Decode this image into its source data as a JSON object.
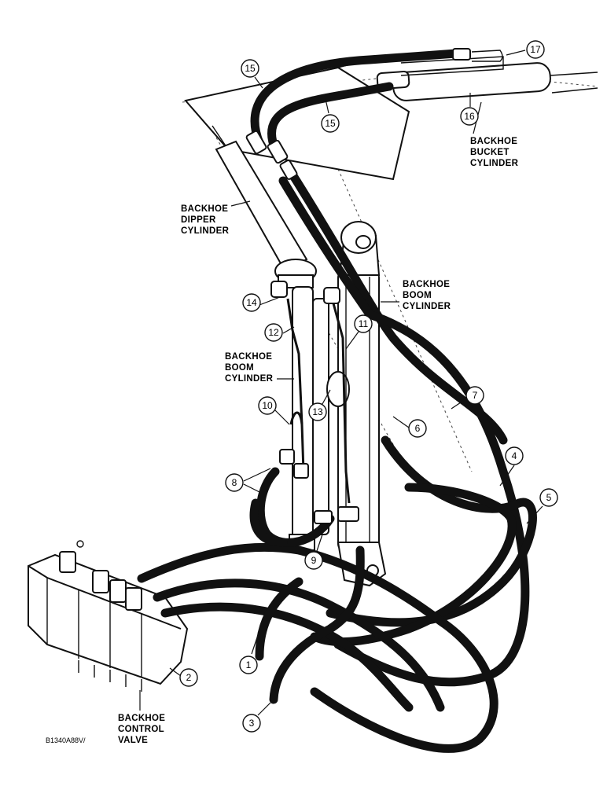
{
  "labels": {
    "bucket_cylinder": [
      "BACKHOE",
      "BUCKET",
      "CYLINDER"
    ],
    "dipper_cylinder": [
      "BACKHOE",
      "DIPPER",
      "CYLINDER"
    ],
    "boom_cylinder_right": [
      "BACKHOE",
      "BOOM",
      "CYLINDER"
    ],
    "boom_cylinder_left": [
      "BACKHOE",
      "BOOM",
      "CYLINDER"
    ],
    "control_valve": [
      "BACKHOE",
      "CONTROL",
      "VALVE"
    ]
  },
  "callouts": [
    "1",
    "2",
    "3",
    "4",
    "5",
    "6",
    "7",
    "8",
    "9",
    "10",
    "11",
    "12",
    "13",
    "14",
    "15",
    "15",
    "16",
    "17"
  ],
  "figure_code": "B1340A88V/"
}
